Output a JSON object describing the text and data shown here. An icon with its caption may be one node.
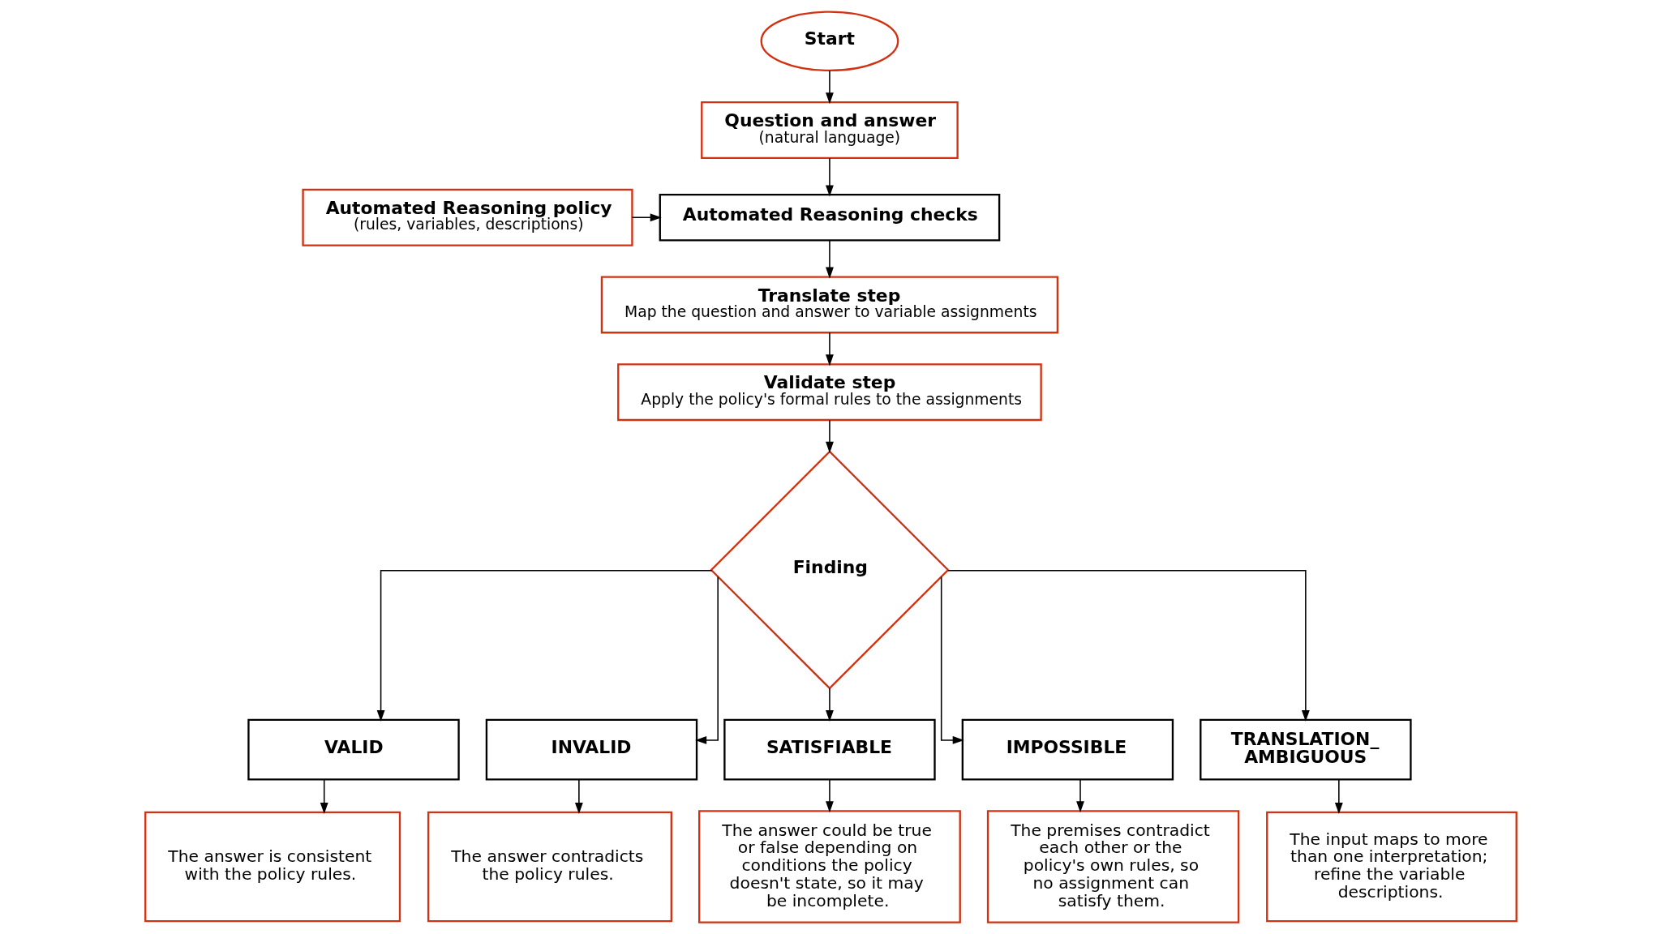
{
  "diagram": {
    "nodes": [
      {
        "text": [
          "Start"
        ]
      },
      {
        "text": [
          "Question and answer",
          "(natural language)"
        ]
      },
      {
        "text": [
          "Automated Reasoning checks"
        ]
      },
      {
        "text": [
          "Automated Reasoning policy",
          "(rules, variables, descriptions)"
        ]
      },
      {
        "text": [
          "Translate step",
          "Map the question and answer to variable assignments"
        ]
      },
      {
        "text": [
          "Validate step",
          "Apply the policy's formal rules to the assignments"
        ]
      },
      {
        "text": [
          "Finding"
        ]
      },
      {
        "text": [
          "VALID"
        ]
      },
      {
        "text": [
          "INVALID"
        ]
      },
      {
        "text": [
          "SATISFIABLE"
        ]
      },
      {
        "text": [
          "IMPOSSIBLE"
        ]
      },
      {
        "text": [
          "TRANSLATION_ AMBIGUOUS"
        ]
      },
      {
        "text": [
          "The answer is consistent with the policy rules."
        ]
      },
      {
        "text": [
          "The answer contradicts the policy rules."
        ]
      },
      {
        "text": [
          "The answer could be true or false depending on conditions the policy doesn't state, so it may be incomplete."
        ]
      },
      {
        "text": [
          "The premises contradict each other or the policy's own rules, so no assignment can satisfy them."
        ]
      },
      {
        "text": [
          "The input maps to more than one interpretation; refine the variable descriptions."
        ]
      }
    ],
    "edges": [
      {
        "from": 0,
        "to": 1,
        "arrow": "to"
      },
      {
        "from": 1,
        "to": 2,
        "arrow": "to"
      },
      {
        "from": 3,
        "to": 2,
        "arrow": "to"
      },
      {
        "from": 2,
        "to": 4,
        "arrow": "to"
      },
      {
        "from": 4,
        "to": 5,
        "arrow": "to"
      },
      {
        "from": 5,
        "to": 6,
        "arrow": "to"
      },
      {
        "from": 6,
        "to": 7,
        "arrow": "to"
      },
      {
        "from": 6,
        "to": 8,
        "arrow": "to"
      },
      {
        "from": 6,
        "to": 9,
        "arrow": "to"
      },
      {
        "from": 6,
        "to": 10,
        "arrow": "to"
      },
      {
        "from": 6,
        "to": 11,
        "arrow": "to"
      },
      {
        "from": 7,
        "to": 12,
        "arrow": "to"
      },
      {
        "from": 8,
        "to": 13,
        "arrow": "to"
      },
      {
        "from": 9,
        "to": 14,
        "arrow": "to"
      },
      {
        "from": 10,
        "to": 15,
        "arrow": "to"
      },
      {
        "from": 11,
        "to": 16,
        "arrow": "to"
      }
    ]
  }
}
